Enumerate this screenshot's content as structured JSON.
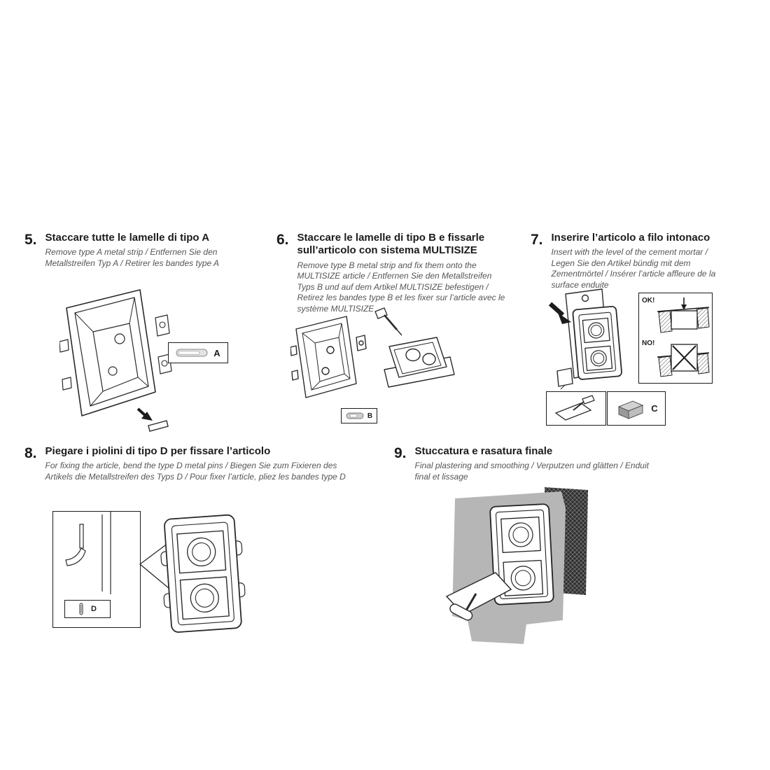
{
  "colors": {
    "text": "#1c1c1c",
    "subtitle": "#555555",
    "plaster": "#b6b6b6",
    "mesh": "#2e2e2e"
  },
  "steps": [
    {
      "number": "5.",
      "title": "Staccare tutte le lamelle di tipo A",
      "subtitle": "Remove type A metal strip / Entfernen Sie den Metallstreifen Typ A / Retirer les bandes type A",
      "label": "A"
    },
    {
      "number": "6.",
      "title": "Staccare le lamelle di tipo B e fissarle sull’articolo con sistema MULTISIZE",
      "subtitle": "Remove type B metal strip and fix them onto the MULTISIZE article / Entfernen Sie den Metallstreifen Typs B und auf dem Artikel MULTISIZE befestigen / Retirez les bandes type B et les fixer sur l’article avec le système MULTISIZE",
      "label": "B"
    },
    {
      "number": "7.",
      "title": "Inserire l’articolo a filo intonaco",
      "subtitle": "Insert with the level of the cement mortar / Legen Sie den Artikel bündig mit dem Zementmörtel / Insérer l’article affleure de la surface enduite",
      "label": "C",
      "ok_label": "OK!",
      "no_label": "NO!"
    },
    {
      "number": "8.",
      "title": "Piegare i piolini di tipo D per fissare l’articolo",
      "subtitle": "For fixing the article, bend the type D metal pins / Biegen Sie zum Fixieren des Artikels die Metallstreifen des Typs D / Pour fixer l’article, pliez les bandes type D",
      "label": "D"
    },
    {
      "number": "9.",
      "title": "Stuccatura e rasatura finale",
      "subtitle": "Final plastering and smoothing / Verputzen und glätten / Enduit final et lissage"
    }
  ]
}
